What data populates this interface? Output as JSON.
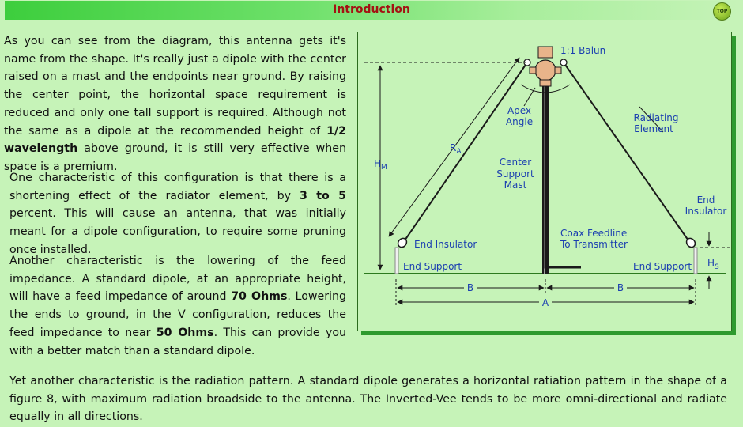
{
  "header": {
    "title": "Introduction",
    "top_button": "TOP"
  },
  "paragraphs": {
    "p1": {
      "t1": "As you can see from the diagram, this antenna gets it's name from the shape. It's really just a dipole with the center raised on a mast and the endpoints near ground. By raising the center point, the horizontal space requirement is reduced and only one tall support is required. Although not the same as a dipole at the recommended height of ",
      "b1": "1/2 wavelength",
      "t2": " above ground, it is still very effective when space is a premium."
    },
    "p2": {
      "t1": "One characteristic of this configuration is that there is a shortening effect of the radiator element, by ",
      "b1": "3 to 5",
      "t2": " percent. This will cause an antenna, that was initially meant for a dipole configuration, to require some pruning once installed."
    },
    "p3": {
      "t1": "Another characteristic is the lowering of the feed impedance. A standard dipole, at an appropriate height, will have a feed impedance of around ",
      "b1": "70 Ohms",
      "t2": ". Lowering the ends to ground, in the V configuration, reduces the feed impedance to near ",
      "b2": "50 Ohms",
      "t3": ". This can provide you with a better match than a standard dipole."
    },
    "p4": {
      "t1": "Yet another characteristic is the radiation pattern. A standard dipole generates a horizontal ratiation pattern in the shape of a figure 8, with maximum radiation broadside to the antenna. The Inverted-Vee tends to be more omni-directional and radiate equally in all directions."
    }
  },
  "diagram": {
    "balun": "1:1 Balun",
    "apex_1": "Apex",
    "apex_2": "Angle",
    "radiating_1": "Radiating",
    "radiating_2": "Element",
    "mast_1": "Center",
    "mast_2": "Support",
    "mast_3": "Mast",
    "end_insulator_left": "End Insulator",
    "end_insulator_right_1": "End",
    "end_insulator_right_2": "Insulator",
    "coax_1": "Coax Feedline",
    "coax_2": "To Transmitter",
    "end_support_left": "End Support",
    "end_support_right": "End Support",
    "ra_main": "R",
    "ra_sub": "A",
    "hm_main": "H",
    "hm_sub": "M",
    "hs_main": "H",
    "hs_sub": "S",
    "dim_b": "B",
    "dim_a": "A",
    "colors": {
      "wire": "#1a1a1a",
      "label": "#1b3fb0",
      "ground": "#2c7a1e",
      "balun": "#e8b48a"
    }
  }
}
